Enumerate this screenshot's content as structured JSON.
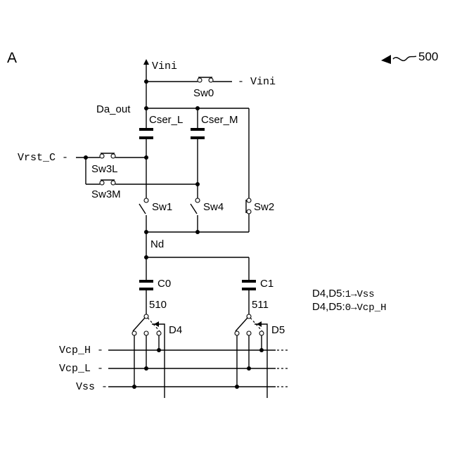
{
  "figure_label": "A",
  "reference": "500",
  "nets": {
    "vini_top": "Vini",
    "vini_right": "- Vini",
    "da_out": "Da_out",
    "nd": "Nd",
    "vrst_c": "Vrst_C -",
    "vcp_h": "Vcp_H -",
    "vcp_l": "Vcp_L -",
    "vss": "Vss -"
  },
  "components": {
    "cser_l": "Cser_L",
    "cser_m": "Cser_M",
    "c0": "C0",
    "c1": "C1",
    "sel0": "510",
    "sel1": "511",
    "d4": "D4",
    "d5": "D5"
  },
  "switches": {
    "sw0": "Sw0",
    "sw1": "Sw1",
    "sw2": "Sw2",
    "sw3l": "Sw3L",
    "sw3m": "Sw3M",
    "sw4": "Sw4"
  },
  "legend": {
    "line1_prefix": "D4,D5:",
    "line1_value": "1→Vss",
    "line2_prefix": "D4,D5:",
    "line2_value": "0→Vcp_H"
  }
}
